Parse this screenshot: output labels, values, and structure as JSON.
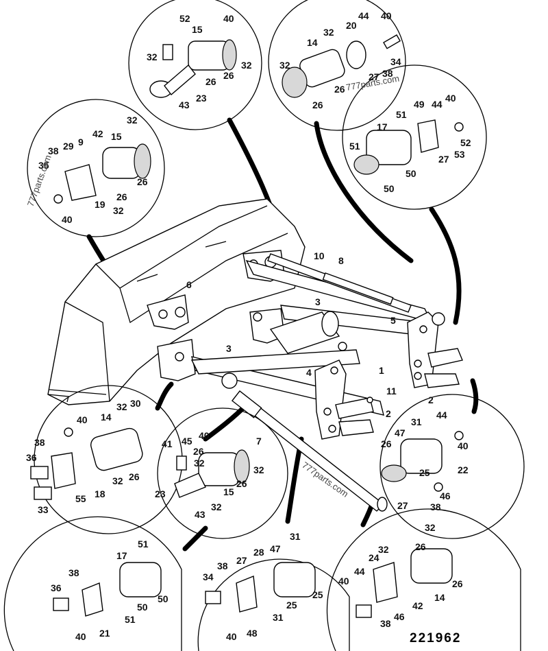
{
  "diagram_code": "221962",
  "watermarks": [
    "777parts.com",
    "777parts.com",
    "777parts.com"
  ],
  "main_callouts": [
    {
      "id": "10",
      "text": "10"
    },
    {
      "id": "8",
      "text": "8"
    },
    {
      "id": "3a",
      "text": "3"
    },
    {
      "id": "6",
      "text": "6"
    },
    {
      "id": "5",
      "text": "5"
    },
    {
      "id": "3b",
      "text": "3"
    },
    {
      "id": "1",
      "text": "1"
    },
    {
      "id": "4",
      "text": "4"
    },
    {
      "id": "11",
      "text": "11"
    },
    {
      "id": "2a",
      "text": "2"
    },
    {
      "id": "2b",
      "text": "2"
    },
    {
      "id": "7",
      "text": "7"
    }
  ],
  "detail_circles": [
    {
      "id": "top-left-center",
      "labels": [
        "52",
        "40",
        "15",
        "32",
        "32",
        "26",
        "26",
        "23",
        "43"
      ]
    },
    {
      "id": "top-right-center",
      "labels": [
        "44",
        "40",
        "32",
        "20",
        "14",
        "34",
        "32",
        "27",
        "38",
        "26",
        "26"
      ]
    },
    {
      "id": "upper-left",
      "labels": [
        "32",
        "38",
        "29",
        "9",
        "42",
        "15",
        "35",
        "26",
        "26",
        "19",
        "32",
        "40"
      ]
    },
    {
      "id": "upper-right",
      "labels": [
        "49",
        "40",
        "51",
        "44",
        "17",
        "51",
        "52",
        "27",
        "53",
        "50",
        "50"
      ]
    },
    {
      "id": "mid-left",
      "labels": [
        "32",
        "30",
        "40",
        "14",
        "41",
        "38",
        "36",
        "32",
        "26",
        "18",
        "55",
        "33"
      ]
    },
    {
      "id": "mid-center",
      "labels": [
        "45",
        "40",
        "26",
        "32",
        "32",
        "26",
        "15",
        "23",
        "32",
        "43"
      ]
    },
    {
      "id": "mid-right",
      "labels": [
        "44",
        "31",
        "47",
        "26",
        "40",
        "22",
        "25",
        "27",
        "38",
        "46"
      ]
    },
    {
      "id": "bottom-left",
      "labels": [
        "51",
        "17",
        "38",
        "36",
        "50",
        "50",
        "51",
        "21",
        "40"
      ]
    },
    {
      "id": "bottom-center",
      "labels": [
        "31",
        "28",
        "47",
        "38",
        "27",
        "34",
        "25",
        "25",
        "31",
        "48",
        "40"
      ]
    },
    {
      "id": "bottom-right",
      "labels": [
        "32",
        "26",
        "24",
        "32",
        "44",
        "40",
        "26",
        "42",
        "14",
        "46",
        "38"
      ]
    }
  ]
}
